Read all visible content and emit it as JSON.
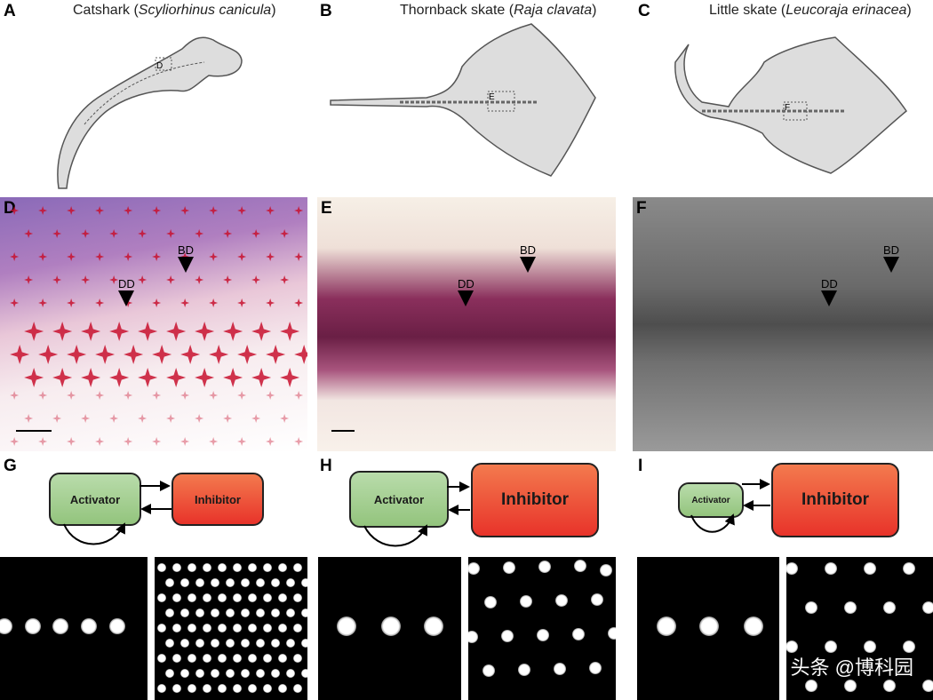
{
  "panels": {
    "A": {
      "label": "A",
      "title_common": "Catshark (",
      "title_latin": "Scyliorhinus canicula",
      "title_end": ")",
      "box": "D"
    },
    "B": {
      "label": "B",
      "title_common": "Thornback skate (",
      "title_latin": "Raja clavata",
      "title_end": ")",
      "box": "E"
    },
    "C": {
      "label": "C",
      "title_common": "Little skate (",
      "title_latin": "Leucoraja erinacea",
      "title_end": ")",
      "box": "F"
    },
    "D": {
      "label": "D",
      "markers": [
        "BD",
        "DD"
      ]
    },
    "E": {
      "label": "E",
      "markers": [
        "BD",
        "DD"
      ]
    },
    "F": {
      "label": "F",
      "markers": [
        "BD",
        "DD"
      ]
    },
    "G": {
      "label": "G",
      "activator": "Activator",
      "inhibitor": "Inhibitor"
    },
    "H": {
      "label": "H",
      "activator": "Activator",
      "inhibitor": "Inhibitor"
    },
    "I": {
      "label": "I",
      "activator": "Activator",
      "inhibitor": "Inhibitor"
    }
  },
  "watermark": "头条 @博科园"
}
